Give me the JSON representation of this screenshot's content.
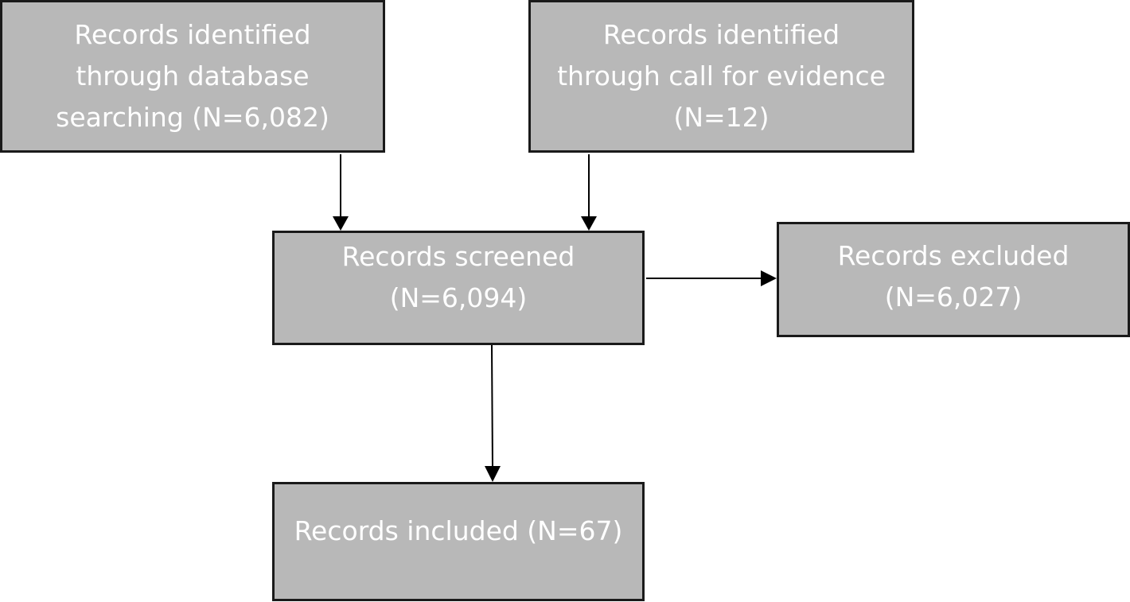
{
  "boxes": {
    "database": {
      "lines": [
        "Records identified",
        "through database",
        "searching (N=6,082)"
      ]
    },
    "call_for_evidence": {
      "lines": [
        "Records identified",
        "through call for evidence",
        "(N=12)"
      ]
    },
    "screened": {
      "lines": [
        "Records screened",
        "(N=6,094)"
      ]
    },
    "excluded": {
      "lines": [
        "Records excluded",
        "(N=6,027)"
      ]
    },
    "included": {
      "lines": [
        "Records included (N=67)"
      ]
    }
  },
  "colors": {
    "box_fill": "#b8b8b8",
    "box_border": "#1a1a1a",
    "box_text": "#ffffff",
    "arrow": "#000000"
  }
}
